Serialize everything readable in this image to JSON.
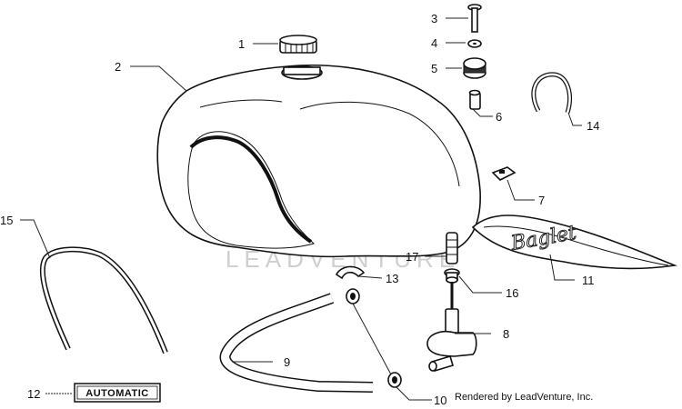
{
  "callouts": [
    {
      "id": "1",
      "name": "fuel-cap"
    },
    {
      "id": "2",
      "name": "fuel-tank"
    },
    {
      "id": "3",
      "name": "screw"
    },
    {
      "id": "4",
      "name": "washer"
    },
    {
      "id": "5",
      "name": "rubber-mount"
    },
    {
      "id": "6",
      "name": "spacer"
    },
    {
      "id": "7",
      "name": "clip-nut"
    },
    {
      "id": "8",
      "name": "fuel-valve"
    },
    {
      "id": "9",
      "name": "fuel-hose"
    },
    {
      "id": "10",
      "name": "hose-clamp"
    },
    {
      "id": "11",
      "name": "tank-decal"
    },
    {
      "id": "12",
      "name": "automatic-decal"
    },
    {
      "id": "13",
      "name": "grommet"
    },
    {
      "id": "14",
      "name": "trim-strip-small"
    },
    {
      "id": "15",
      "name": "trim-strip-large"
    },
    {
      "id": "16",
      "name": "valve-seal"
    },
    {
      "id": "17",
      "name": "fuel-filter"
    }
  ],
  "decal_automatic_text": "AUTOMATIC",
  "watermark_text": "LEADVENTURE",
  "credit_text": "Rendered by LeadVenture, Inc.",
  "colors": {
    "line": "#111111",
    "watermark": "#cfcfcf",
    "background": "#ffffff"
  }
}
